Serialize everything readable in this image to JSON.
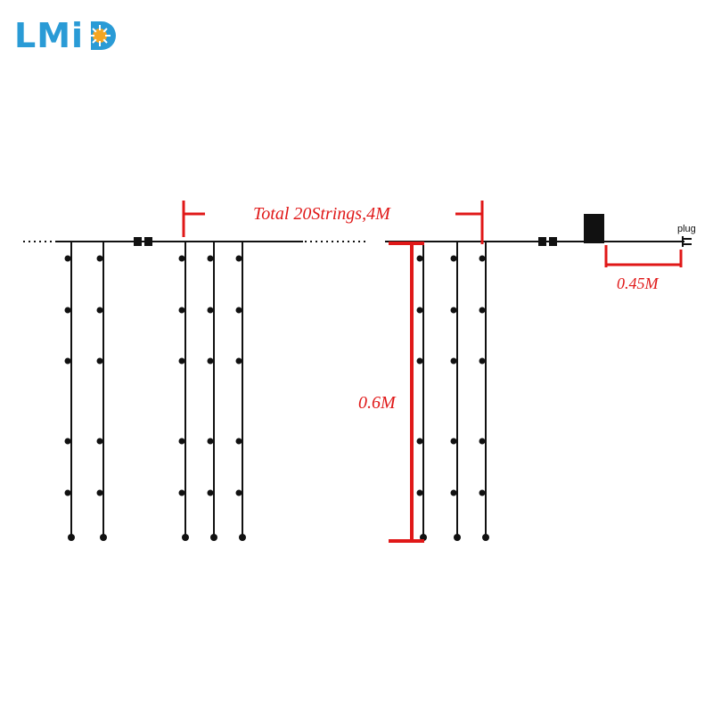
{
  "brand": {
    "logo_text": "LMID",
    "visible_letters": "LMi",
    "accent_color": "#f5a623",
    "text_color": "#2a9bd6"
  },
  "diagram": {
    "total_label": "Total 20Strings,4M",
    "drop_length_label": "0.6M",
    "lead_cable_label": "0.45M",
    "plug_label": "plug",
    "dimension_color": "#e01818",
    "wire_color": "#111111"
  }
}
